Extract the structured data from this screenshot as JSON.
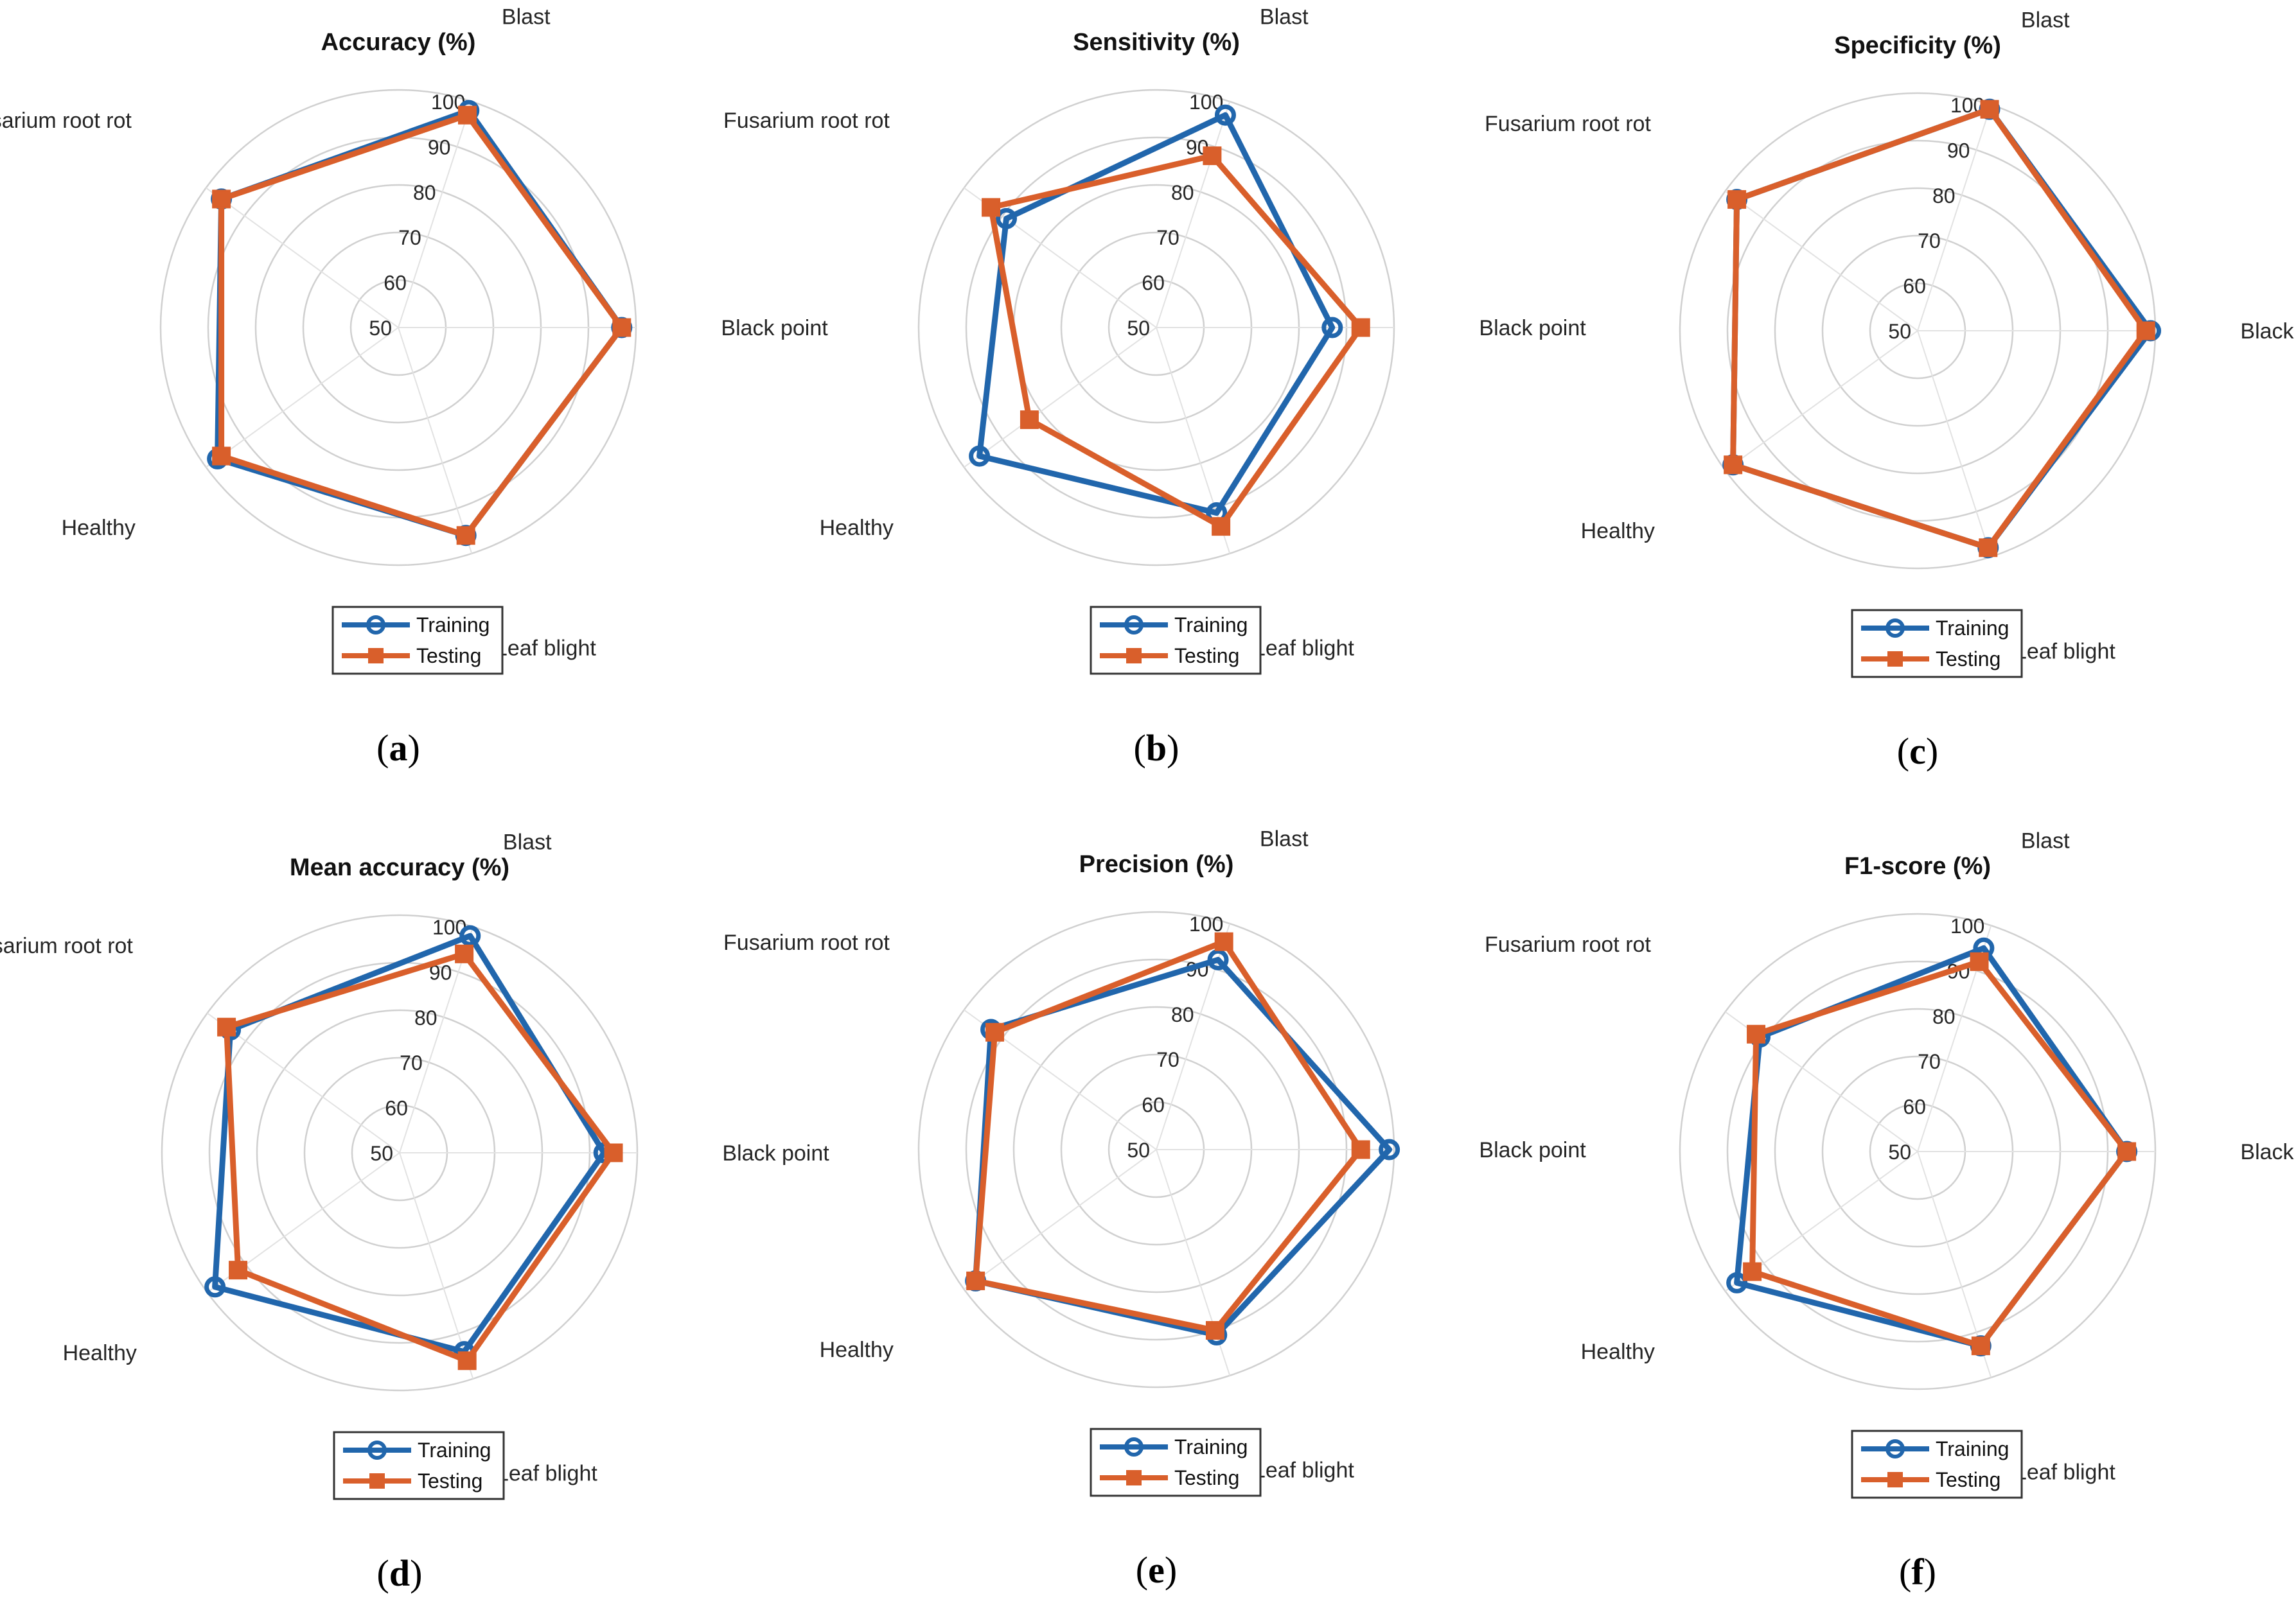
{
  "colors": {
    "training": "#2166ac",
    "testing": "#d95f2b",
    "grid": "#d0d0d0",
    "spoke": "#e2e2e2"
  },
  "chart_data": [
    {
      "type": "radar",
      "panel": "a",
      "title": "Accuracy (%)",
      "categories": [
        "Blast",
        "Black point",
        "Leaf blight",
        "Healthy",
        "Fusarium root rot"
      ],
      "rlim": [
        50,
        100
      ],
      "ticks": [
        50,
        60,
        70,
        80,
        90,
        100
      ],
      "legend": "bottom",
      "series": [
        {
          "name": "Training",
          "marker": "circle",
          "values": [
            98,
            97,
            96,
            97,
            96
          ]
        },
        {
          "name": "Testing",
          "marker": "square",
          "values": [
            97,
            97,
            96,
            96,
            96
          ]
        }
      ]
    },
    {
      "type": "radar",
      "panel": "b",
      "title": "Sensitivity (%)",
      "categories": [
        "Blast",
        "Black point",
        "Leaf blight",
        "Healthy",
        "Fusarium root rot"
      ],
      "rlim": [
        50,
        100
      ],
      "ticks": [
        50,
        60,
        70,
        80,
        90,
        100
      ],
      "legend": "bottom",
      "series": [
        {
          "name": "Training",
          "marker": "circle",
          "values": [
            97,
            87,
            91,
            96,
            89
          ]
        },
        {
          "name": "Testing",
          "marker": "square",
          "values": [
            88,
            93,
            94,
            83,
            93
          ]
        }
      ]
    },
    {
      "type": "radar",
      "panel": "c",
      "title": "Specificity (%)",
      "categories": [
        "Blast",
        "Black point",
        "Leaf blight",
        "Healthy",
        "Fusarium root rot"
      ],
      "rlim": [
        50,
        100
      ],
      "ticks": [
        50,
        60,
        70,
        80,
        90,
        100
      ],
      "legend": "bottom",
      "series": [
        {
          "name": "Training",
          "marker": "circle",
          "values": [
            99,
            99,
            98,
            98,
            97
          ]
        },
        {
          "name": "Testing",
          "marker": "square",
          "values": [
            99,
            98,
            98,
            98,
            97
          ]
        }
      ]
    },
    {
      "type": "radar",
      "panel": "d",
      "title": "Mean accuracy (%)",
      "categories": [
        "Blast",
        "Black point",
        "Leaf blight",
        "Healthy",
        "Fusarium root rot"
      ],
      "rlim": [
        50,
        100
      ],
      "ticks": [
        50,
        60,
        70,
        80,
        90,
        100
      ],
      "legend": "bottom",
      "series": [
        {
          "name": "Training",
          "marker": "circle",
          "values": [
            98,
            93,
            94,
            98,
            94
          ]
        },
        {
          "name": "Testing",
          "marker": "square",
          "values": [
            94,
            95,
            96,
            92,
            95
          ]
        }
      ]
    },
    {
      "type": "radar",
      "panel": "e",
      "title": "Precision (%)",
      "categories": [
        "Blast",
        "Black point",
        "Leaf blight",
        "Healthy",
        "Fusarium root rot"
      ],
      "rlim": [
        50,
        100
      ],
      "ticks": [
        50,
        60,
        70,
        80,
        90,
        100
      ],
      "legend": "bottom",
      "series": [
        {
          "name": "Training",
          "marker": "circle",
          "values": [
            92,
            99,
            91,
            97,
            93
          ]
        },
        {
          "name": "Testing",
          "marker": "square",
          "values": [
            96,
            93,
            90,
            97,
            92
          ]
        }
      ]
    },
    {
      "type": "radar",
      "panel": "f",
      "title": "F1-score (%)",
      "categories": [
        "Blast",
        "Black point",
        "Leaf blight",
        "Healthy",
        "Fusarium root rot"
      ],
      "rlim": [
        50,
        100
      ],
      "ticks": [
        50,
        60,
        70,
        80,
        90,
        100
      ],
      "legend": "bottom",
      "series": [
        {
          "name": "Training",
          "marker": "circle",
          "values": [
            95,
            94,
            93,
            97,
            91
          ]
        },
        {
          "name": "Testing",
          "marker": "square",
          "values": [
            92,
            94,
            93,
            93,
            92
          ]
        }
      ]
    }
  ]
}
